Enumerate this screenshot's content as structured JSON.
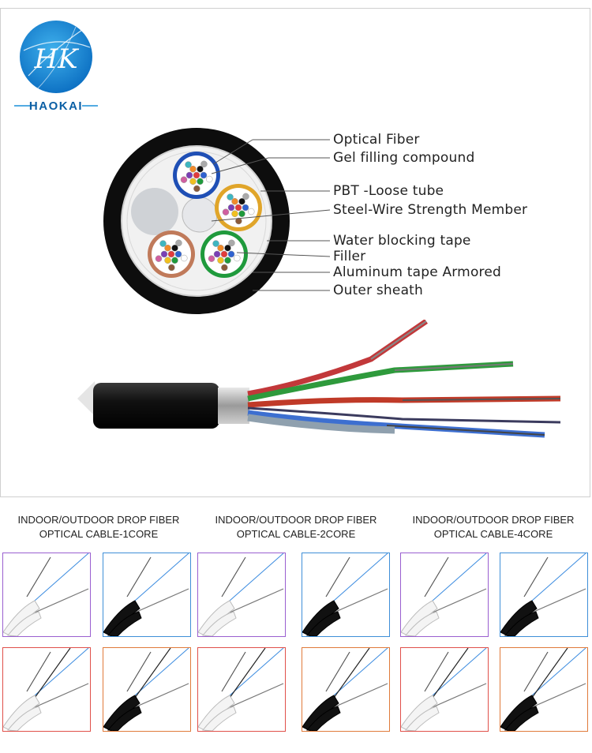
{
  "brand": {
    "name": "HAOKAI",
    "monogram": "HK",
    "colors": {
      "primary": "#1a8fd8",
      "dark": "#0b5fa5"
    }
  },
  "legend": [
    "Optical Fiber",
    "Gel filling compound",
    "PBT -Loose tube",
    "Steel-Wire Strength Member",
    "Water blocking tape",
    "Filler",
    "Aluminum tape Armored",
    "Outer sheath"
  ],
  "products": [
    {
      "line1": "INDOOR/OUTDOOR DROP FIBER",
      "line2": "OPTICAL CABLE-1CORE"
    },
    {
      "line1": "INDOOR/OUTDOOR DROP FIBER",
      "line2": "OPTICAL CABLE-2CORE"
    },
    {
      "line1": "INDOOR/OUTDOOR DROP FIBER",
      "line2": "OPTICAL CABLE-4CORE"
    }
  ],
  "thumbnail_border_colors": {
    "row1": [
      "#9a5fd0",
      "#3f8fd8",
      "#9a5fd0",
      "#3f8fd8",
      "#9a5fd0",
      "#3f8fd8"
    ],
    "row2": [
      "#e0504a",
      "#e07a3a",
      "#e0504a",
      "#e07a3a",
      "#e0504a",
      "#e07a3a"
    ]
  },
  "tube_colors": [
    "#1f4fb5",
    "#e0a52a",
    "#1f9a3c",
    "#c07a5a"
  ]
}
